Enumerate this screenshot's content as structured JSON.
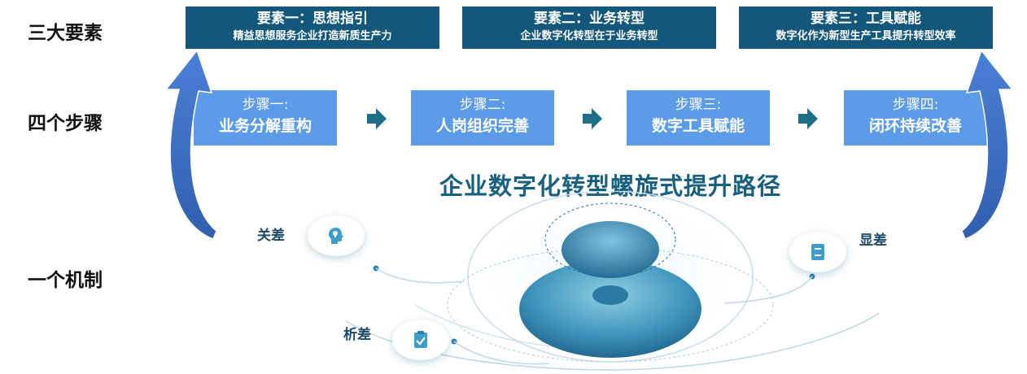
{
  "row_labels": {
    "elements": "三大要素",
    "steps": "四个步骤",
    "mechanism": "一个机制"
  },
  "elements": [
    {
      "title": "要素一：思想指引",
      "desc": "精益思想服务企业打造新质生产力"
    },
    {
      "title": "要素二：业务转型",
      "desc": "企业数字化转型在于业务转型"
    },
    {
      "title": "要素三：工具赋能",
      "desc": "数字化作为新型生产工具提升转型效率"
    }
  ],
  "steps": [
    {
      "num": "步骤一:",
      "name": "业务分解重构"
    },
    {
      "num": "步骤二:",
      "name": "人岗组织完善"
    },
    {
      "num": "步骤三:",
      "name": "数字工具赋能"
    },
    {
      "num": "步骤四:",
      "name": "闭环持续改善"
    }
  ],
  "main_title": "企业数字化转型螺旋式提升路径",
  "mechanism": {
    "items": [
      {
        "label": "关差",
        "icon": "head-idea-icon"
      },
      {
        "label": "析差",
        "icon": "clipboard-check-icon"
      },
      {
        "label": "显差",
        "icon": "document-icon"
      }
    ]
  },
  "colors": {
    "element_box": "#13577a",
    "step_box": "#5b9be8",
    "arrow": "#1d6f86",
    "title": "#17607f"
  }
}
